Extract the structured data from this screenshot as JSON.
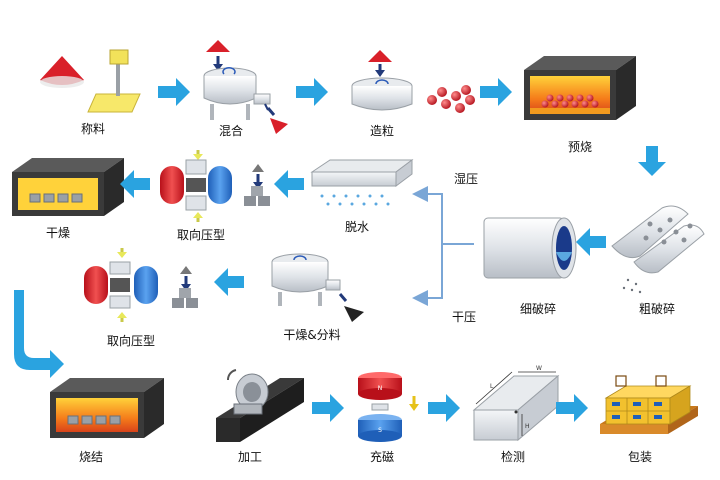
{
  "steps": {
    "weighing": "称料",
    "mixing": "混合",
    "granulating": "造粒",
    "presintering": "预烧",
    "coarse_crushing": "粗破碎",
    "fine_crushing": "细破碎",
    "wet_pressing": "湿压",
    "dry_pressing": "干压",
    "dewatering": "脱水",
    "oriented_pressing_upper": "取向压型",
    "drying_upper": "干燥",
    "drying_and_sorting": "干燥&分料",
    "oriented_pressing_lower": "取向压型",
    "sintering": "烧结",
    "machining": "加工",
    "magnetizing": "充磁",
    "inspection": "检测",
    "packaging": "包装"
  },
  "glyphs": {
    "w": "W",
    "l": "L",
    "h": "H",
    "n": "N",
    "s": "S"
  },
  "colors": {
    "flow_arrow": "#2aa3e0",
    "branch_line": "#7aa6d6",
    "furnace_fire": "#f5a623",
    "furnace_body": "#3a3a3a",
    "powder_red": "#d9202a",
    "magnet_red": "#e02a2a",
    "magnet_blue": "#2a78d6",
    "pallet_wood": "#d98a2a",
    "box_yellow": "#f2c12e"
  }
}
